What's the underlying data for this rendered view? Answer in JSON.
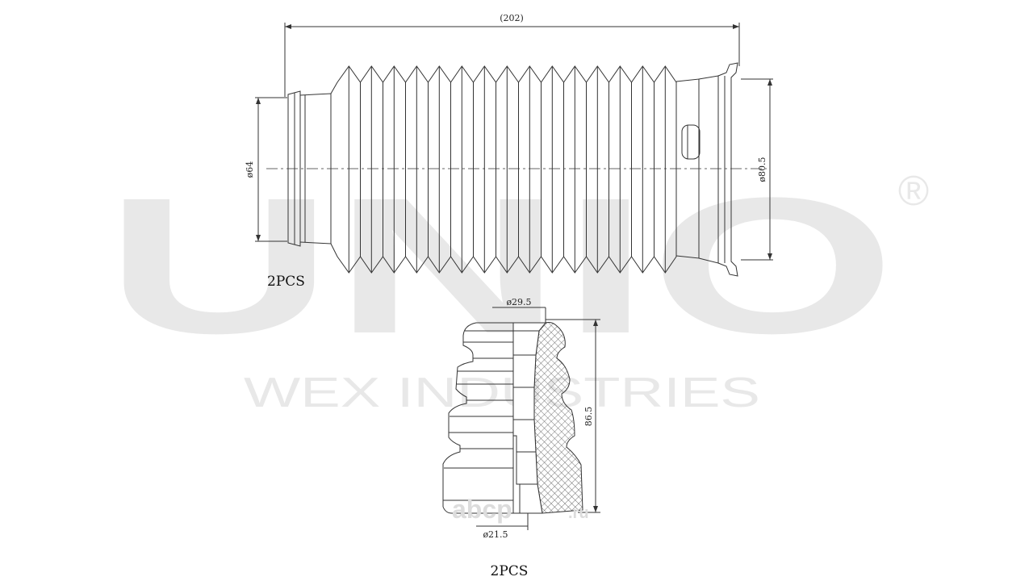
{
  "watermark": {
    "brand": "UNIO",
    "registered": "®",
    "subtitle": "WEX INDUSTRIES",
    "color": "#e6e6e6"
  },
  "site_watermark": {
    "name": "abcp",
    "tld": ".ru",
    "color": "#d9d9d9"
  },
  "boot": {
    "length_label": "(202)",
    "left_diameter_label": "ø64",
    "right_diameter_label": "ø80.5",
    "quantity": "2PCS"
  },
  "bump_stop": {
    "top_diameter_label": "ø29.5",
    "height_label": "86.5",
    "bottom_diameter_label": "ø21.5",
    "quantity": "2PCS"
  },
  "colors": {
    "line": "#333333",
    "hatch": "#555555"
  }
}
